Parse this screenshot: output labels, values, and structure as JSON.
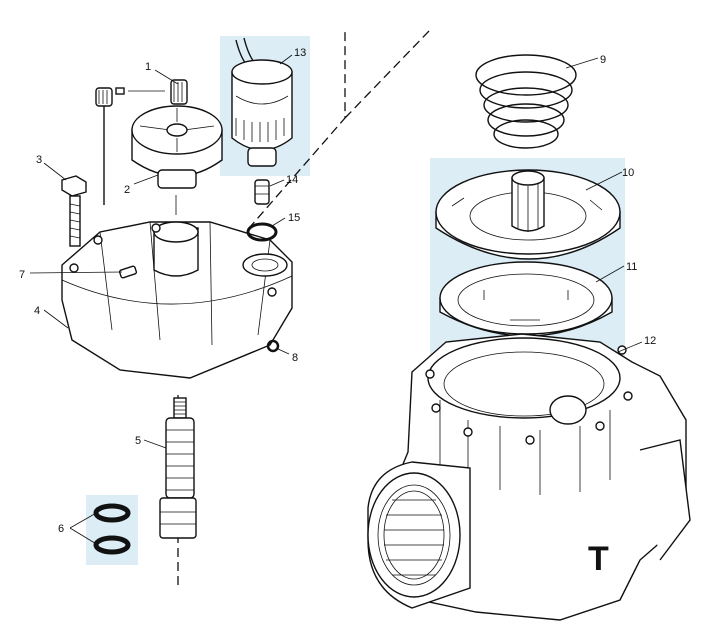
{
  "colors": {
    "highlight": "#dcedf6",
    "line": "#111111",
    "background": "#ffffff"
  },
  "callouts": {
    "c1": "1",
    "c2": "2",
    "c3": "3",
    "c4": "4",
    "c5": "5",
    "c6": "6",
    "c7": "7",
    "c8": "8",
    "c9": "9",
    "c10": "10",
    "c11": "11",
    "c12": "12",
    "c13": "13",
    "c14": "14",
    "c15": "15"
  },
  "body_mark": "T"
}
